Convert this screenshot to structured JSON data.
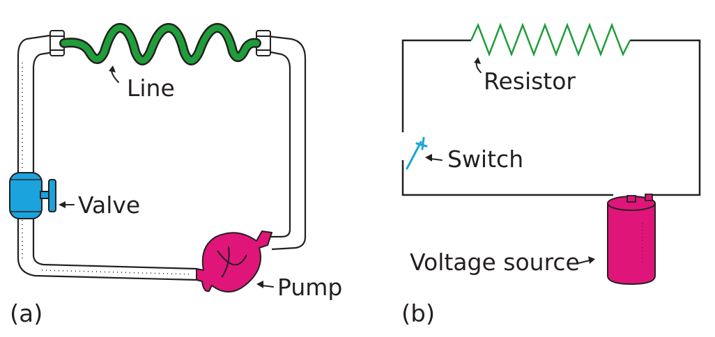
{
  "panel_a": {
    "caption": "(a)",
    "labels": {
      "line": "Line",
      "valve": "Valve",
      "pump": "Pump"
    }
  },
  "panel_b": {
    "caption": "(b)",
    "labels": {
      "resistor": "Resistor",
      "switch": "Switch",
      "voltage_source": "Voltage source"
    }
  },
  "colors": {
    "outline": "#231f20",
    "line_green": "#1f9d3a",
    "valve_blue": "#1aa3dd",
    "pump_magenta": "#e0157a",
    "battery_magenta": "#e0157a",
    "switch_blue": "#1aa3dd"
  }
}
